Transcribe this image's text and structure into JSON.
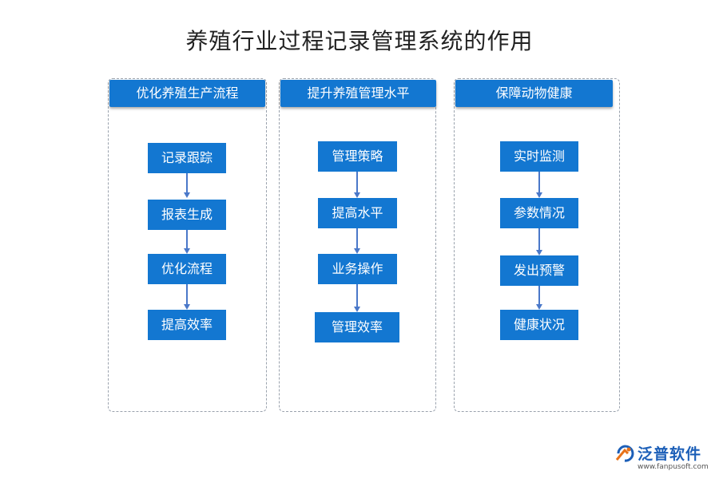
{
  "title": "养殖行业过程记录管理系统的作用",
  "columns": [
    {
      "header": "优化养殖生产流程",
      "steps": [
        "记录跟踪",
        "报表生成",
        "优化流程",
        "提高效率"
      ]
    },
    {
      "header": "提升养殖管理水平",
      "steps": [
        "管理策略",
        "提高水平",
        "业务操作",
        "管理效率"
      ]
    },
    {
      "header": "保障动物健康",
      "steps": [
        "实时监测",
        "参数情况",
        "发出预警",
        "健康状况"
      ]
    }
  ],
  "logo": {
    "name": "泛普软件",
    "url": "www.fanpusoft.com"
  },
  "colors": {
    "box": "#1377d1",
    "arrow": "#4a78c9",
    "border": "#9aa2ad"
  }
}
